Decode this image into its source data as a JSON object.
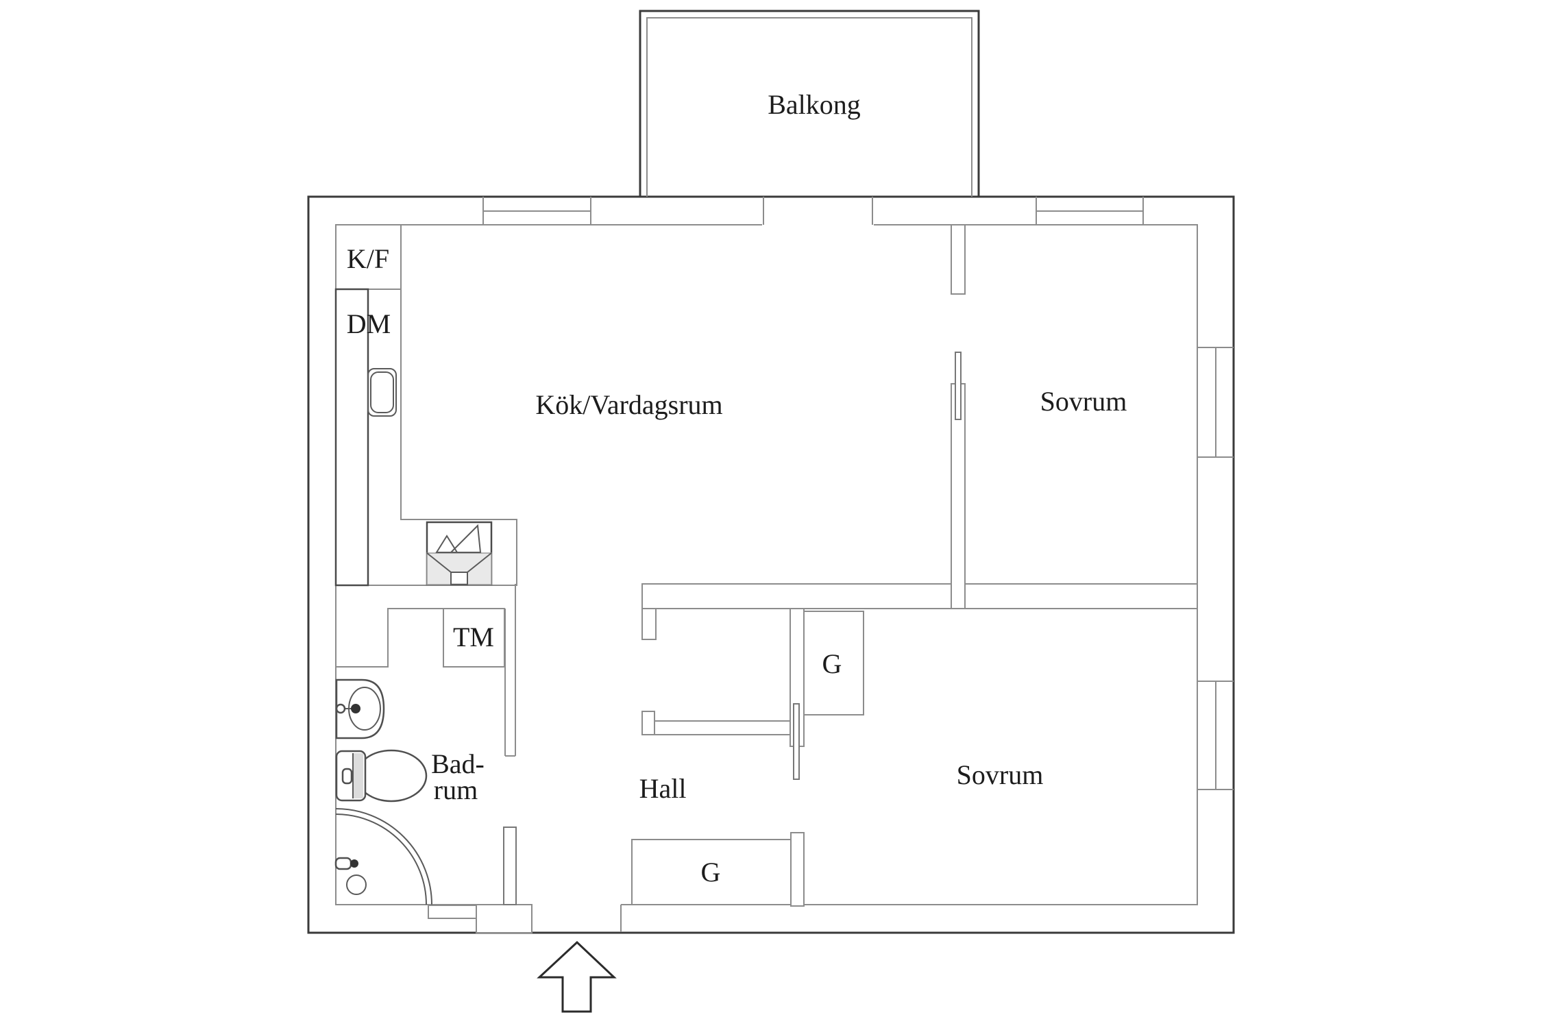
{
  "colors": {
    "wall_dark": "#3a3a3a",
    "line_gray": "#8c8c8c",
    "text": "#1c1c1c",
    "shade": "#e9e9e9",
    "tank_shade": "#dcdcdc"
  },
  "rooms": {
    "balcony": "Balkong",
    "kitchen_living": "Kök/Vardagsrum",
    "bedroom_top": "Sovrum",
    "bedroom_bottom": "Sovrum",
    "hall": "Hall",
    "bathroom_line1": "Bad-",
    "bathroom_line2": "rum"
  },
  "appliances": {
    "fridge_freezer": "K/F",
    "dishwasher": "DM",
    "washing_machine": "TM",
    "wardrobe_upper": "G",
    "wardrobe_lower": "G"
  }
}
